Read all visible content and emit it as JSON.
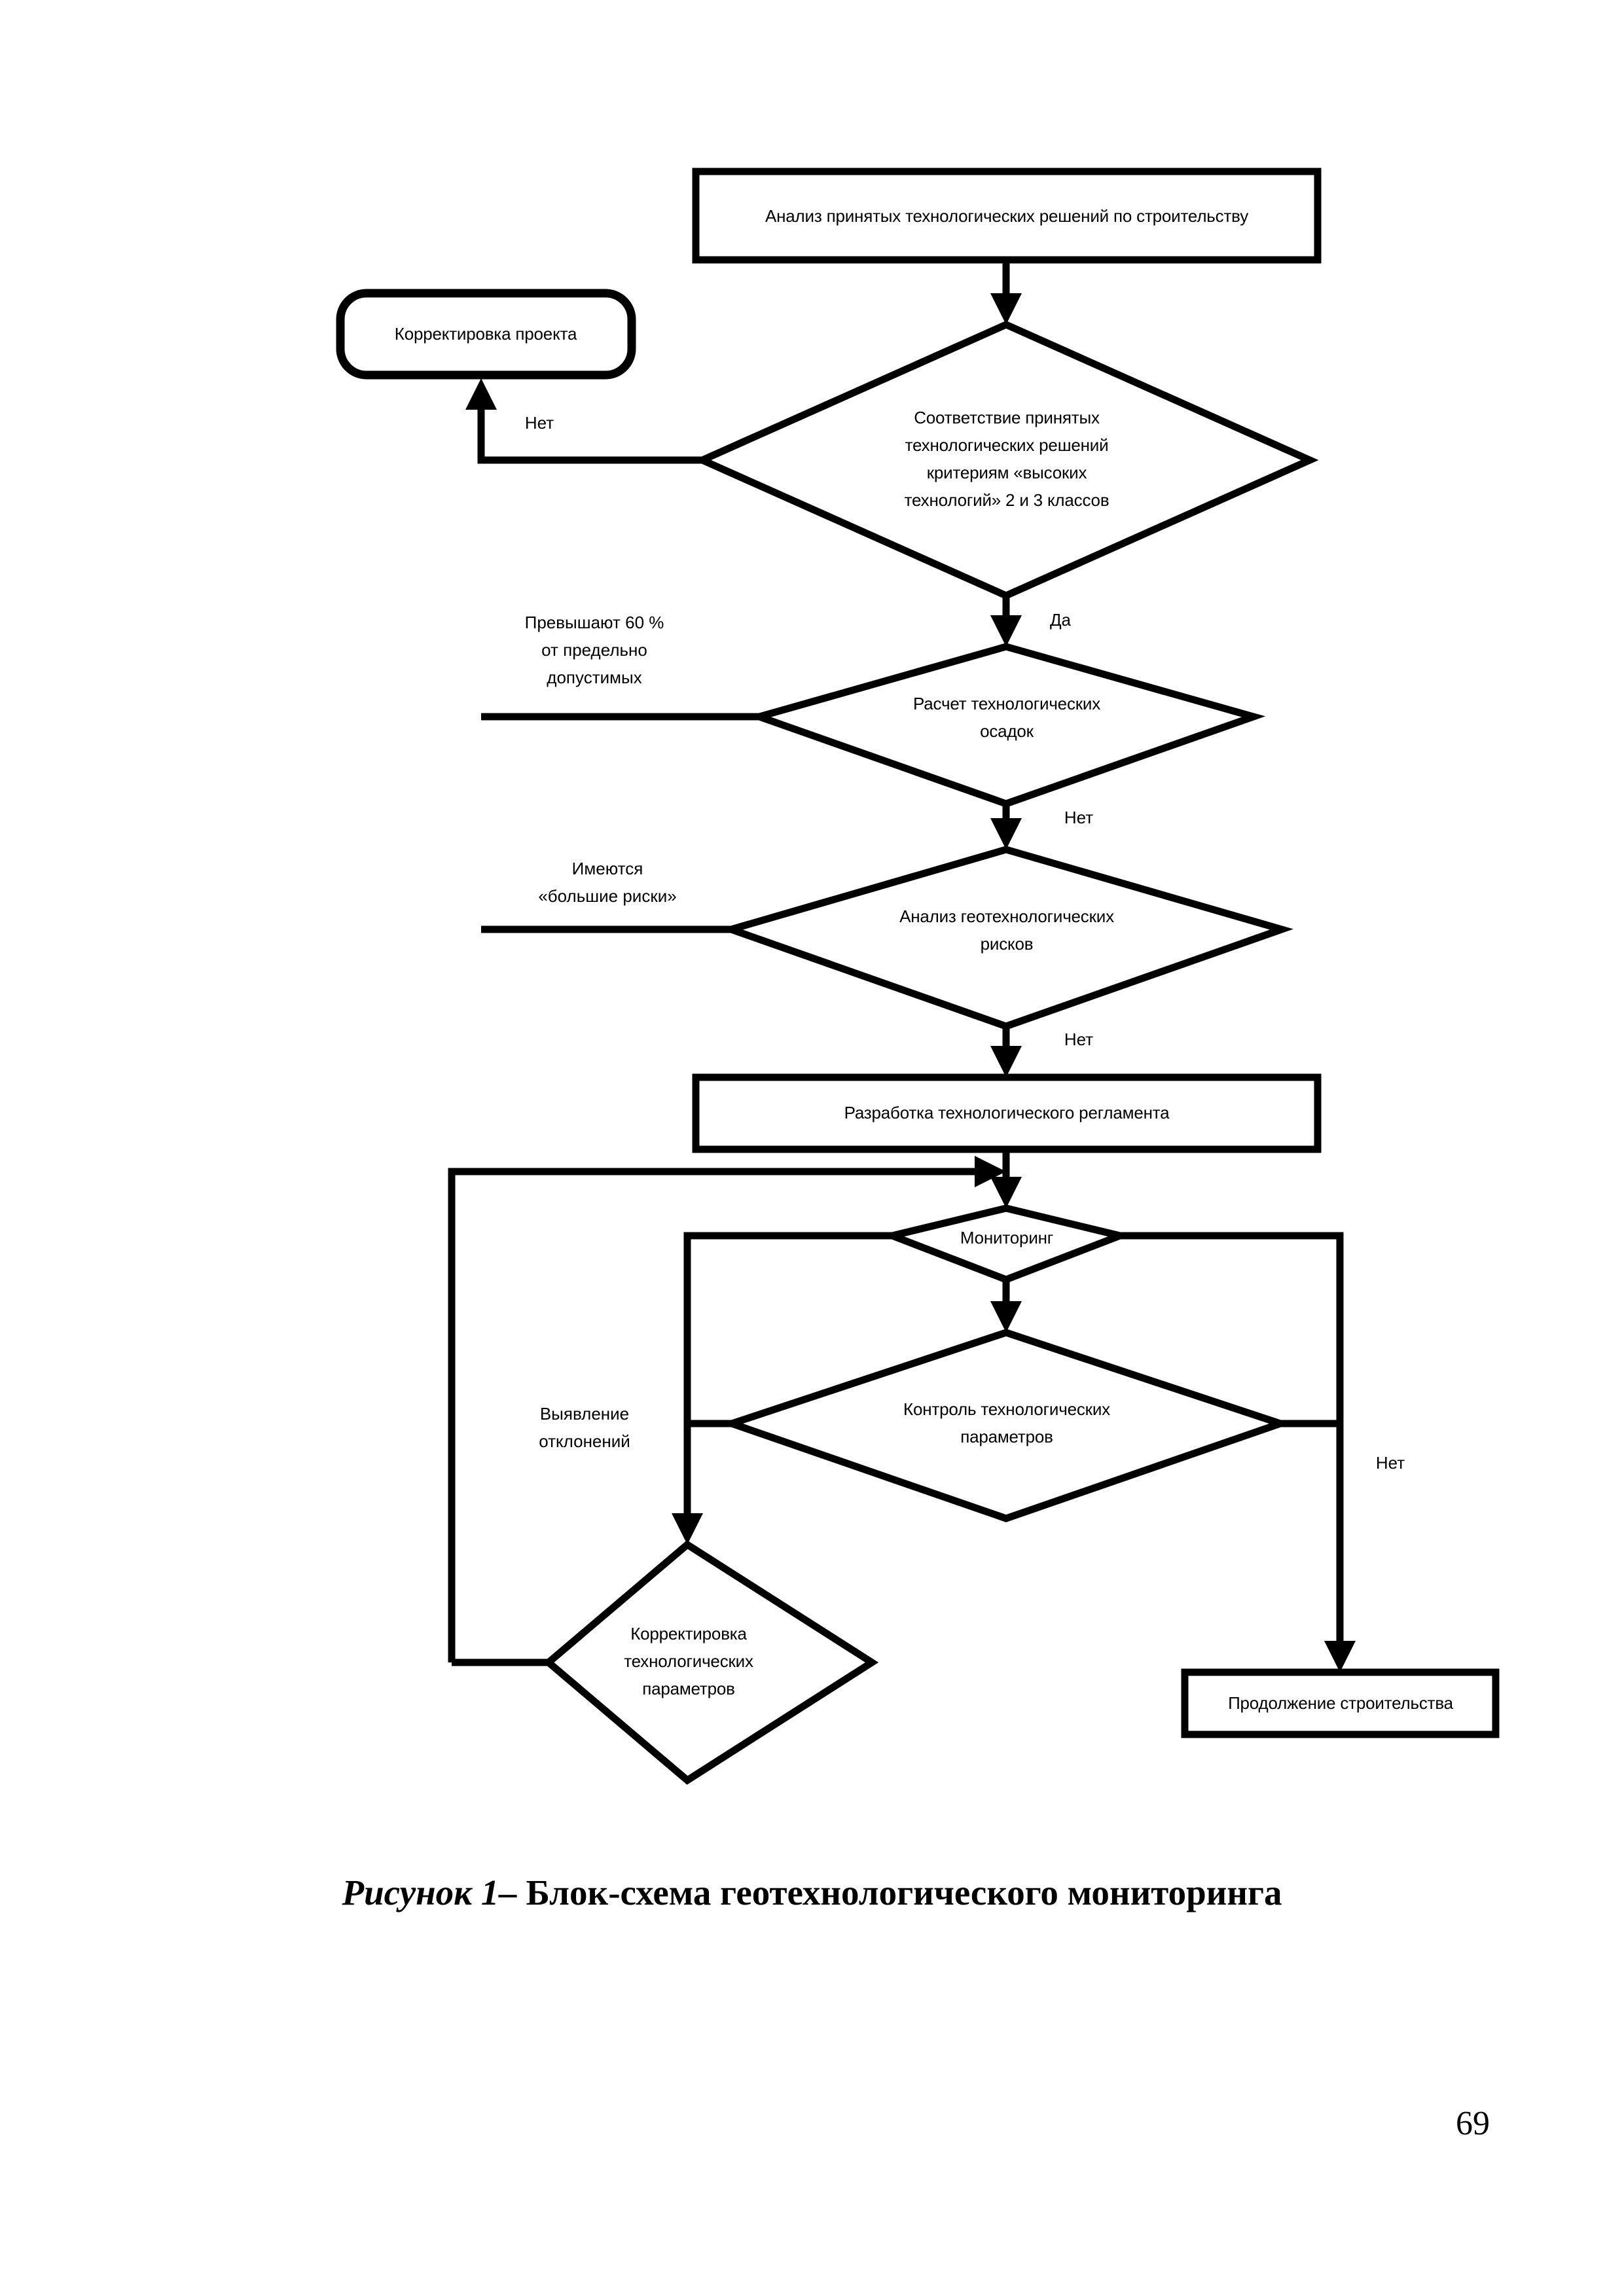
{
  "document": {
    "page_number": "69",
    "caption_figure_label": "Рисунок 1–",
    "caption_title": "Блок-схема геотехнологического мониторинга"
  },
  "diagram": {
    "title": "Блок-схема геотехнологического мониторинга",
    "type": "flowchart",
    "nodes": [
      {
        "id": "analysis",
        "shape": "process",
        "lines": [
          "Анализ принятых технологических решений по строительству"
        ]
      },
      {
        "id": "project-correction",
        "shape": "rounded-process",
        "lines": [
          "Корректировка проекта"
        ]
      },
      {
        "id": "compliance-decision",
        "shape": "decision",
        "lines": [
          "Соответствие принятых",
          "технологических решений",
          "критериям «высоких",
          "технологий» 2 и 3 классов"
        ]
      },
      {
        "id": "settlement-calc",
        "shape": "decision",
        "lines": [
          "Расчет технологических",
          "осадок"
        ]
      },
      {
        "id": "risk-analysis",
        "shape": "decision",
        "lines": [
          "Анализ геотехнологических",
          "рисков"
        ]
      },
      {
        "id": "regulation-development",
        "shape": "process",
        "lines": [
          "Разработка технологического регламента"
        ]
      },
      {
        "id": "monitoring",
        "shape": "decision",
        "lines": [
          "Мониторинг"
        ]
      },
      {
        "id": "parameter-control",
        "shape": "decision",
        "lines": [
          "Контроль технологических",
          "параметров"
        ]
      },
      {
        "id": "parameter-correction",
        "shape": "decision",
        "lines": [
          "Корректировка",
          "технологических",
          "параметров"
        ]
      },
      {
        "id": "construction-continues",
        "shape": "process",
        "lines": [
          "Продолжение строительства"
        ]
      }
    ],
    "edge_labels": [
      {
        "id": "no-compliance",
        "lines": [
          "Нет"
        ]
      },
      {
        "id": "yes-compliance",
        "lines": [
          "Да"
        ]
      },
      {
        "id": "exceed-limit",
        "lines": [
          "Превышают 60 %",
          "от предельно",
          "допустимых"
        ]
      },
      {
        "id": "no-settlement",
        "lines": [
          "Нет"
        ]
      },
      {
        "id": "big-risks",
        "lines": [
          "Имеются",
          "«большие риски»"
        ]
      },
      {
        "id": "no-risks",
        "lines": [
          "Нет"
        ]
      },
      {
        "id": "deviations-found",
        "lines": [
          "Выявление",
          "отклонений"
        ]
      },
      {
        "id": "no-deviations",
        "lines": [
          "Нет"
        ]
      }
    ],
    "colors": {
      "stroke": "#000000",
      "fill": "#ffffff",
      "text": "#000000"
    }
  }
}
